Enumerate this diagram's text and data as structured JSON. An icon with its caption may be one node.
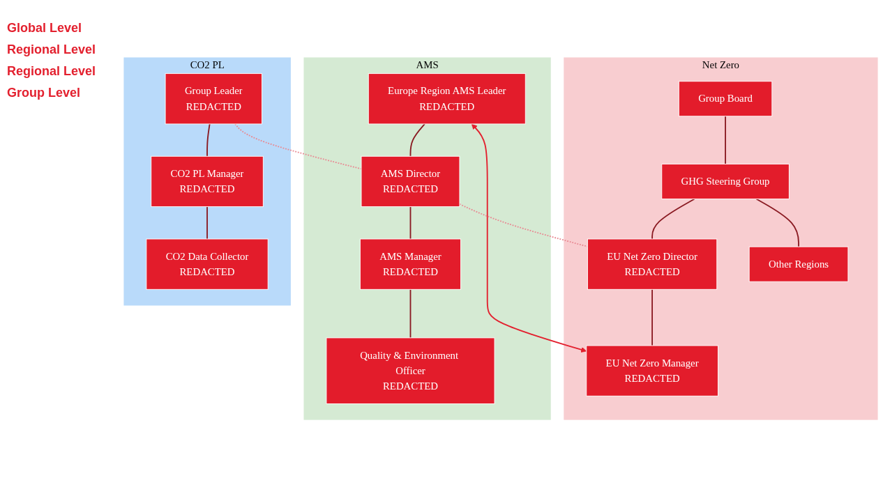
{
  "diagram": {
    "nodes": [
      {
        "text": [
          "Net Zero"
        ]
      },
      {
        "text": [
          "Group Board"
        ],
        "in": 0
      },
      {
        "text": [
          "GHG Steering Group"
        ],
        "in": 0
      },
      {
        "text": [
          "EU Net Zero Director",
          "REDACTED"
        ],
        "in": 0
      },
      {
        "text": [
          "Other Regions"
        ],
        "in": 0
      },
      {
        "text": [
          "EU Net Zero Manager",
          "REDACTED"
        ],
        "in": 0
      },
      {
        "text": [
          "CO2 PL"
        ]
      },
      {
        "text": [
          "Group Leader",
          "REDACTED"
        ],
        "in": 6
      },
      {
        "text": [
          "CO2 PL Manager",
          "REDACTED"
        ],
        "in": 6
      },
      {
        "text": [
          "CO2 Data Collector",
          "REDACTED"
        ],
        "in": 6
      },
      {
        "text": [
          "AMS"
        ]
      },
      {
        "text": [
          "Europe Region AMS Leader",
          "REDACTED"
        ],
        "in": 10
      },
      {
        "text": [
          "AMS Director",
          "REDACTED"
        ],
        "in": 10
      },
      {
        "text": [
          "AMS Manager",
          "REDACTED"
        ],
        "in": 10
      },
      {
        "text": [
          "Quality & Environment Officer",
          "REDACTED"
        ],
        "in": 10
      }
    ],
    "edges": [
      {
        "from": 1,
        "to": 2,
        "arrow": "none"
      },
      {
        "from": 2,
        "to": 3,
        "arrow": "none"
      },
      {
        "from": 2,
        "to": 4,
        "arrow": "none"
      },
      {
        "from": 3,
        "to": 5,
        "arrow": "none"
      },
      {
        "from": 7,
        "to": 8,
        "arrow": "none"
      },
      {
        "from": 8,
        "to": 9,
        "arrow": "none"
      },
      {
        "from": 11,
        "to": 12,
        "arrow": "none"
      },
      {
        "from": 12,
        "to": 13,
        "arrow": "none"
      },
      {
        "from": 13,
        "to": 14,
        "arrow": "none"
      },
      {
        "from": 11,
        "to": 5,
        "arrow": "both",
        "color": "#e3202e"
      },
      {
        "from": 7,
        "to": 12,
        "arrow": "none",
        "style": "dashed",
        "color": "#e88a93"
      },
      {
        "from": 12,
        "to": 3,
        "arrow": "none",
        "style": "dashed",
        "color": "#e88a93"
      }
    ],
    "labels": [
      "Global Level",
      "Regional Level",
      "Regional Level",
      "Group Level"
    ]
  }
}
